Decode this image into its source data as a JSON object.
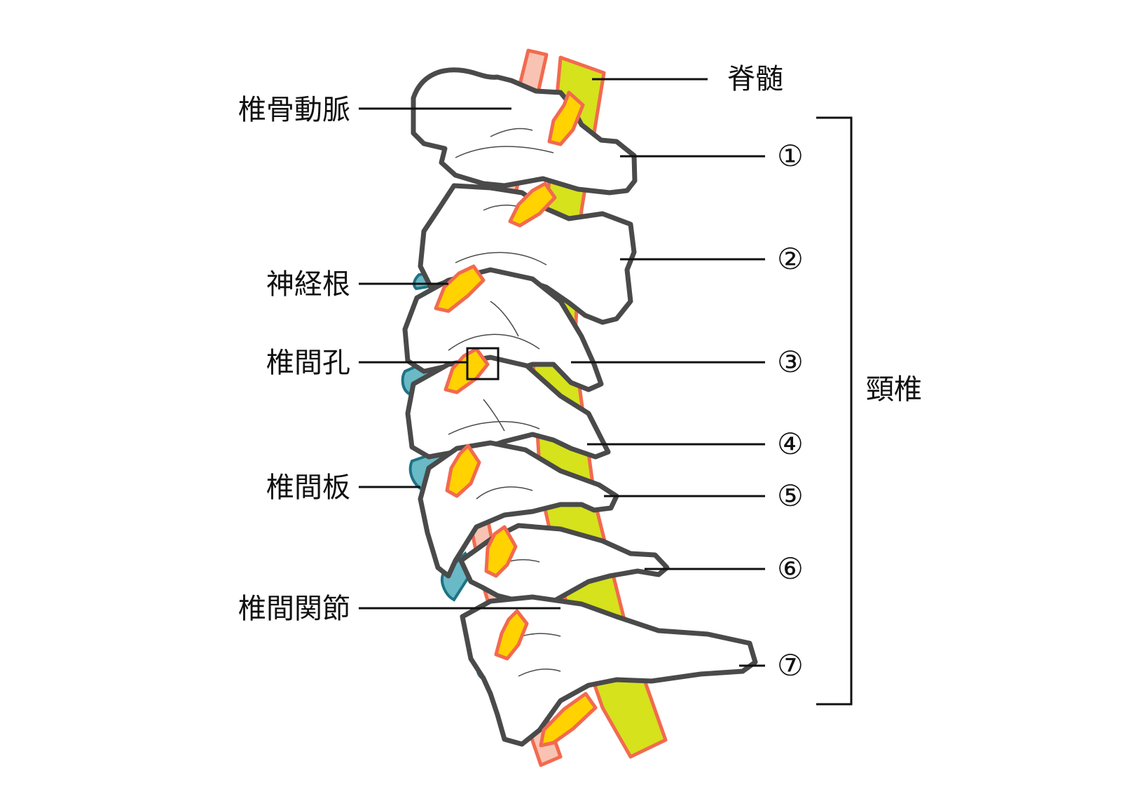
{
  "labels": {
    "spinal_cord": "脊髄",
    "vertebral_artery": "椎骨動脈",
    "nerve_root": "神経根",
    "foramen": "椎間孔",
    "disc": "椎間板",
    "facet_joint": "椎間関節",
    "cervical_spine": "頸椎"
  },
  "vertebra_numbers": [
    "①",
    "②",
    "③",
    "④",
    "⑤",
    "⑥",
    "⑦"
  ],
  "colors": {
    "bone_fill": "#ffffff",
    "bone_outline": "#4a4a4a",
    "artery_fill": "#f8c3b3",
    "artery_outline": "#f26a4f",
    "cord_fill": "#d6e21c",
    "nerve_fill": "#ffd200",
    "disc_fill": "#69b9c6",
    "disc_outline": "#1e7384"
  }
}
